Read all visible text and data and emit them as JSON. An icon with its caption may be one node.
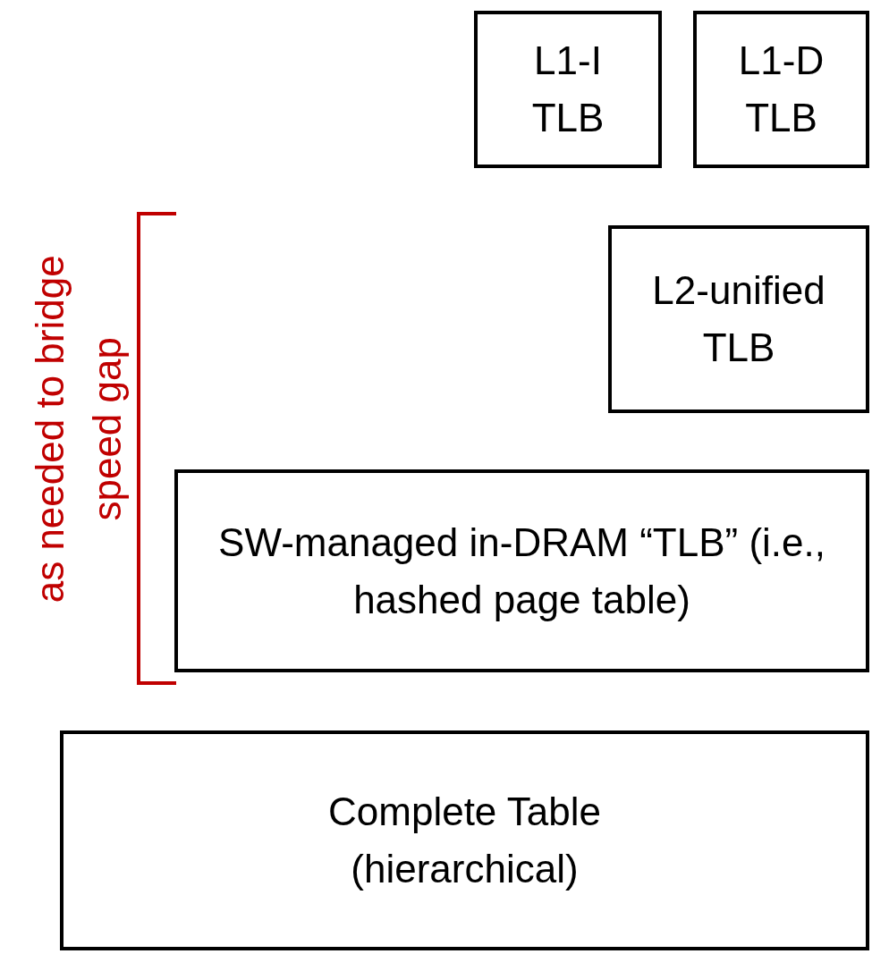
{
  "diagram": {
    "nodes": [
      {
        "text": [
          "L1-I TLB"
        ]
      },
      {
        "text": [
          "L1-D TLB"
        ]
      },
      {
        "text": [
          "L2-unified TLB"
        ]
      },
      {
        "text": [
          "SW-managed in-DRAM “TLB” (i.e., hashed page table)"
        ]
      },
      {
        "text": [
          "Complete Table (hierarchical)"
        ]
      }
    ],
    "labels": [
      "as needed to bridge speed gap"
    ]
  }
}
